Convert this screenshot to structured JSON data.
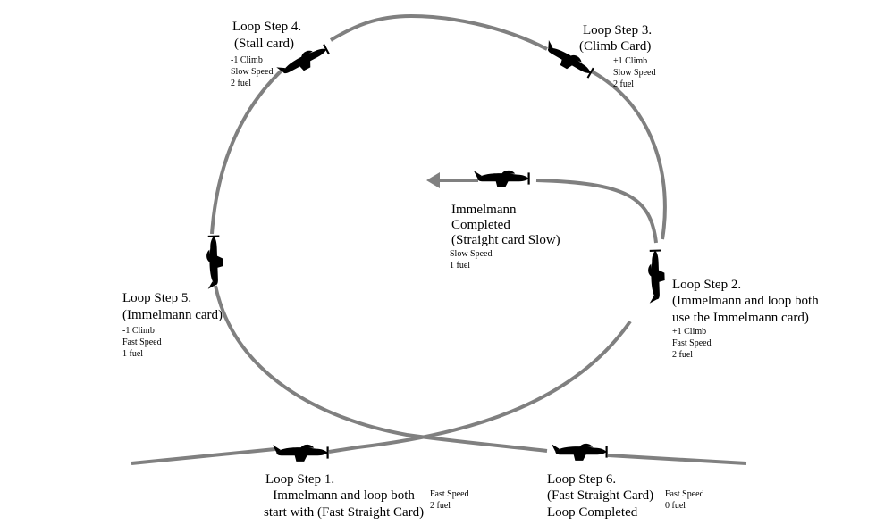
{
  "colors": {
    "path": "#808080",
    "plane": "#000000",
    "background": "#ffffff"
  },
  "steps": {
    "step1": {
      "title": "Loop Step 1.",
      "lines": [
        "Immelmann and loop both",
        "start with (Fast Straight Card)"
      ],
      "stats": [
        "Fast Speed",
        "2 fuel"
      ]
    },
    "step2": {
      "title": "Loop Step 2.",
      "lines": [
        "(Immelmann and loop both",
        "use the Immelmann card)"
      ],
      "stats": [
        "+1 Climb",
        "Fast Speed",
        "2 fuel"
      ]
    },
    "step3": {
      "title": "Loop Step 3.",
      "lines": [
        "(Climb Card)"
      ],
      "stats": [
        "+1 Climb",
        "Slow Speed",
        "2 fuel"
      ]
    },
    "step4": {
      "title": "Loop Step 4.",
      "lines": [
        "(Stall card)"
      ],
      "stats": [
        "-1 Climb",
        "Slow Speed",
        "2 fuel"
      ]
    },
    "step5": {
      "title": "Loop Step 5.",
      "lines": [
        "(Immelmann card)"
      ],
      "stats": [
        "-1 Climb",
        "Fast Speed",
        "1 fuel"
      ]
    },
    "step6": {
      "title": "Loop Step 6.",
      "lines": [
        "(Fast Straight Card)",
        "Loop Completed"
      ],
      "stats": [
        "Fast Speed",
        "0 fuel"
      ]
    },
    "immelmann": {
      "lines": [
        "Immelmann",
        "Completed",
        "(Straight card Slow)"
      ],
      "stats": [
        "Slow Speed",
        "1 fuel"
      ]
    }
  },
  "icons": [
    "plane-icon",
    "arrow-head-icon"
  ]
}
